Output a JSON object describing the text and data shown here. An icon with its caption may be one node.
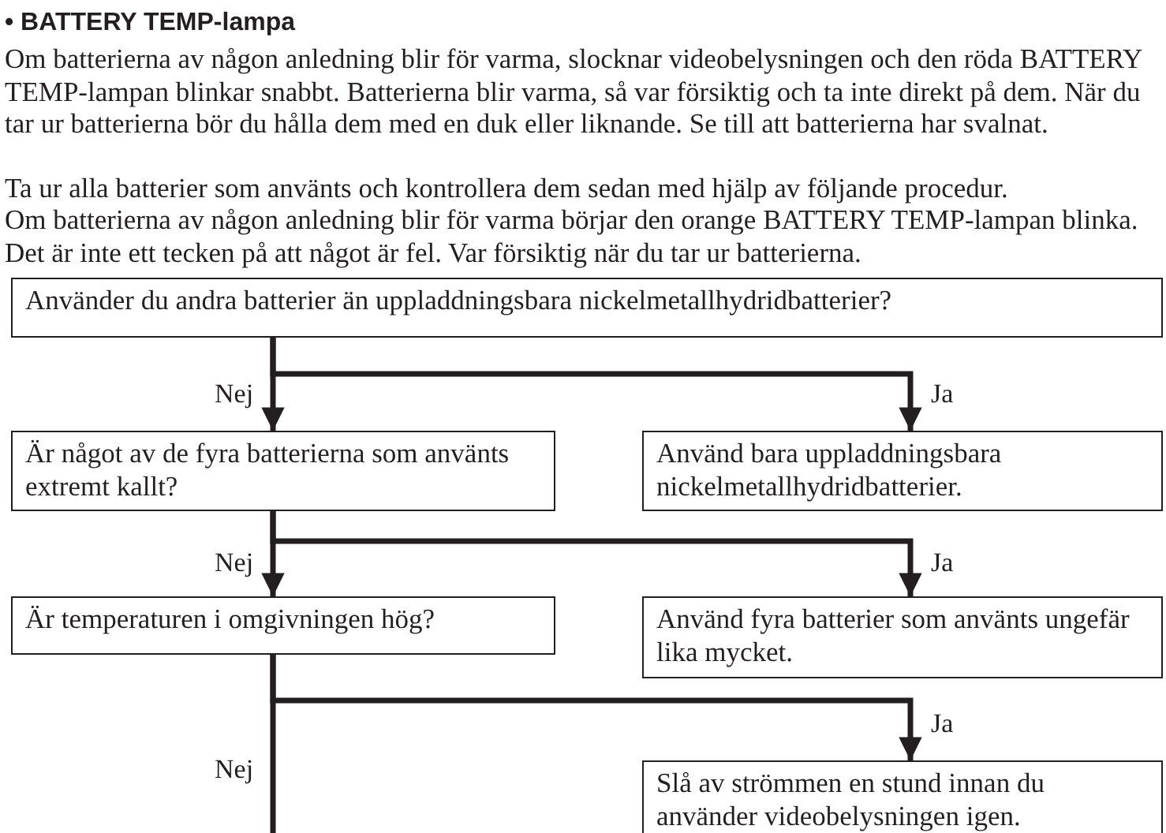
{
  "diagram": {
    "title": "• BATTERY TEMP-lampa",
    "labels": [
      "Om batterierna av någon anledning blir för varma, slocknar videobelysningen och den röda BATTERY TEMP-lampan blinkar snabbt. Batterierna blir varma, så var försiktig och ta inte direkt på dem. När du tar ur batterierna bör du hålla dem med en duk eller liknande. Se till att batterierna har svalnat.",
      "Ta ur alla batterier som använts och kontrollera dem sedan med hjälp av följande procedur.",
      "Om batterierna av någon anledning blir för varma börjar den orange BATTERY TEMP-lampan blinka. Det är inte ett tecken på att något är fel. Var försiktig när du tar ur batterierna."
    ],
    "nodes": [
      {
        "text": [
          "Använder du andra batterier än uppladdningsbara nickelmetallhydridbatterier?"
        ]
      },
      {
        "text": [
          "Är något av de fyra batterierna som använts extremt kallt?"
        ]
      },
      {
        "text": [
          "Använd bara uppladdningsbara nickelmetallhydridbatterier."
        ]
      },
      {
        "text": [
          "Är temperaturen i omgivningen hög?"
        ]
      },
      {
        "text": [
          "Använd fyra batterier som använts ungefär lika mycket."
        ]
      },
      {
        "text": [
          "Slå av strömmen en stund innan du använder videobelysningen igen."
        ]
      }
    ],
    "edges": [
      {
        "from": 0,
        "to": 1,
        "arrow": "to",
        "label": "Nej"
      },
      {
        "from": 0,
        "to": 2,
        "arrow": "to",
        "label": "Ja"
      },
      {
        "from": 1,
        "to": 3,
        "arrow": "to",
        "label": "Nej"
      },
      {
        "from": 1,
        "to": 4,
        "arrow": "to",
        "label": "Ja"
      },
      {
        "from": 3,
        "to": 5,
        "arrow": "to",
        "label": "Ja"
      },
      {
        "from": 3,
        "to": null,
        "arrow": "none",
        "label": "Nej"
      }
    ]
  }
}
